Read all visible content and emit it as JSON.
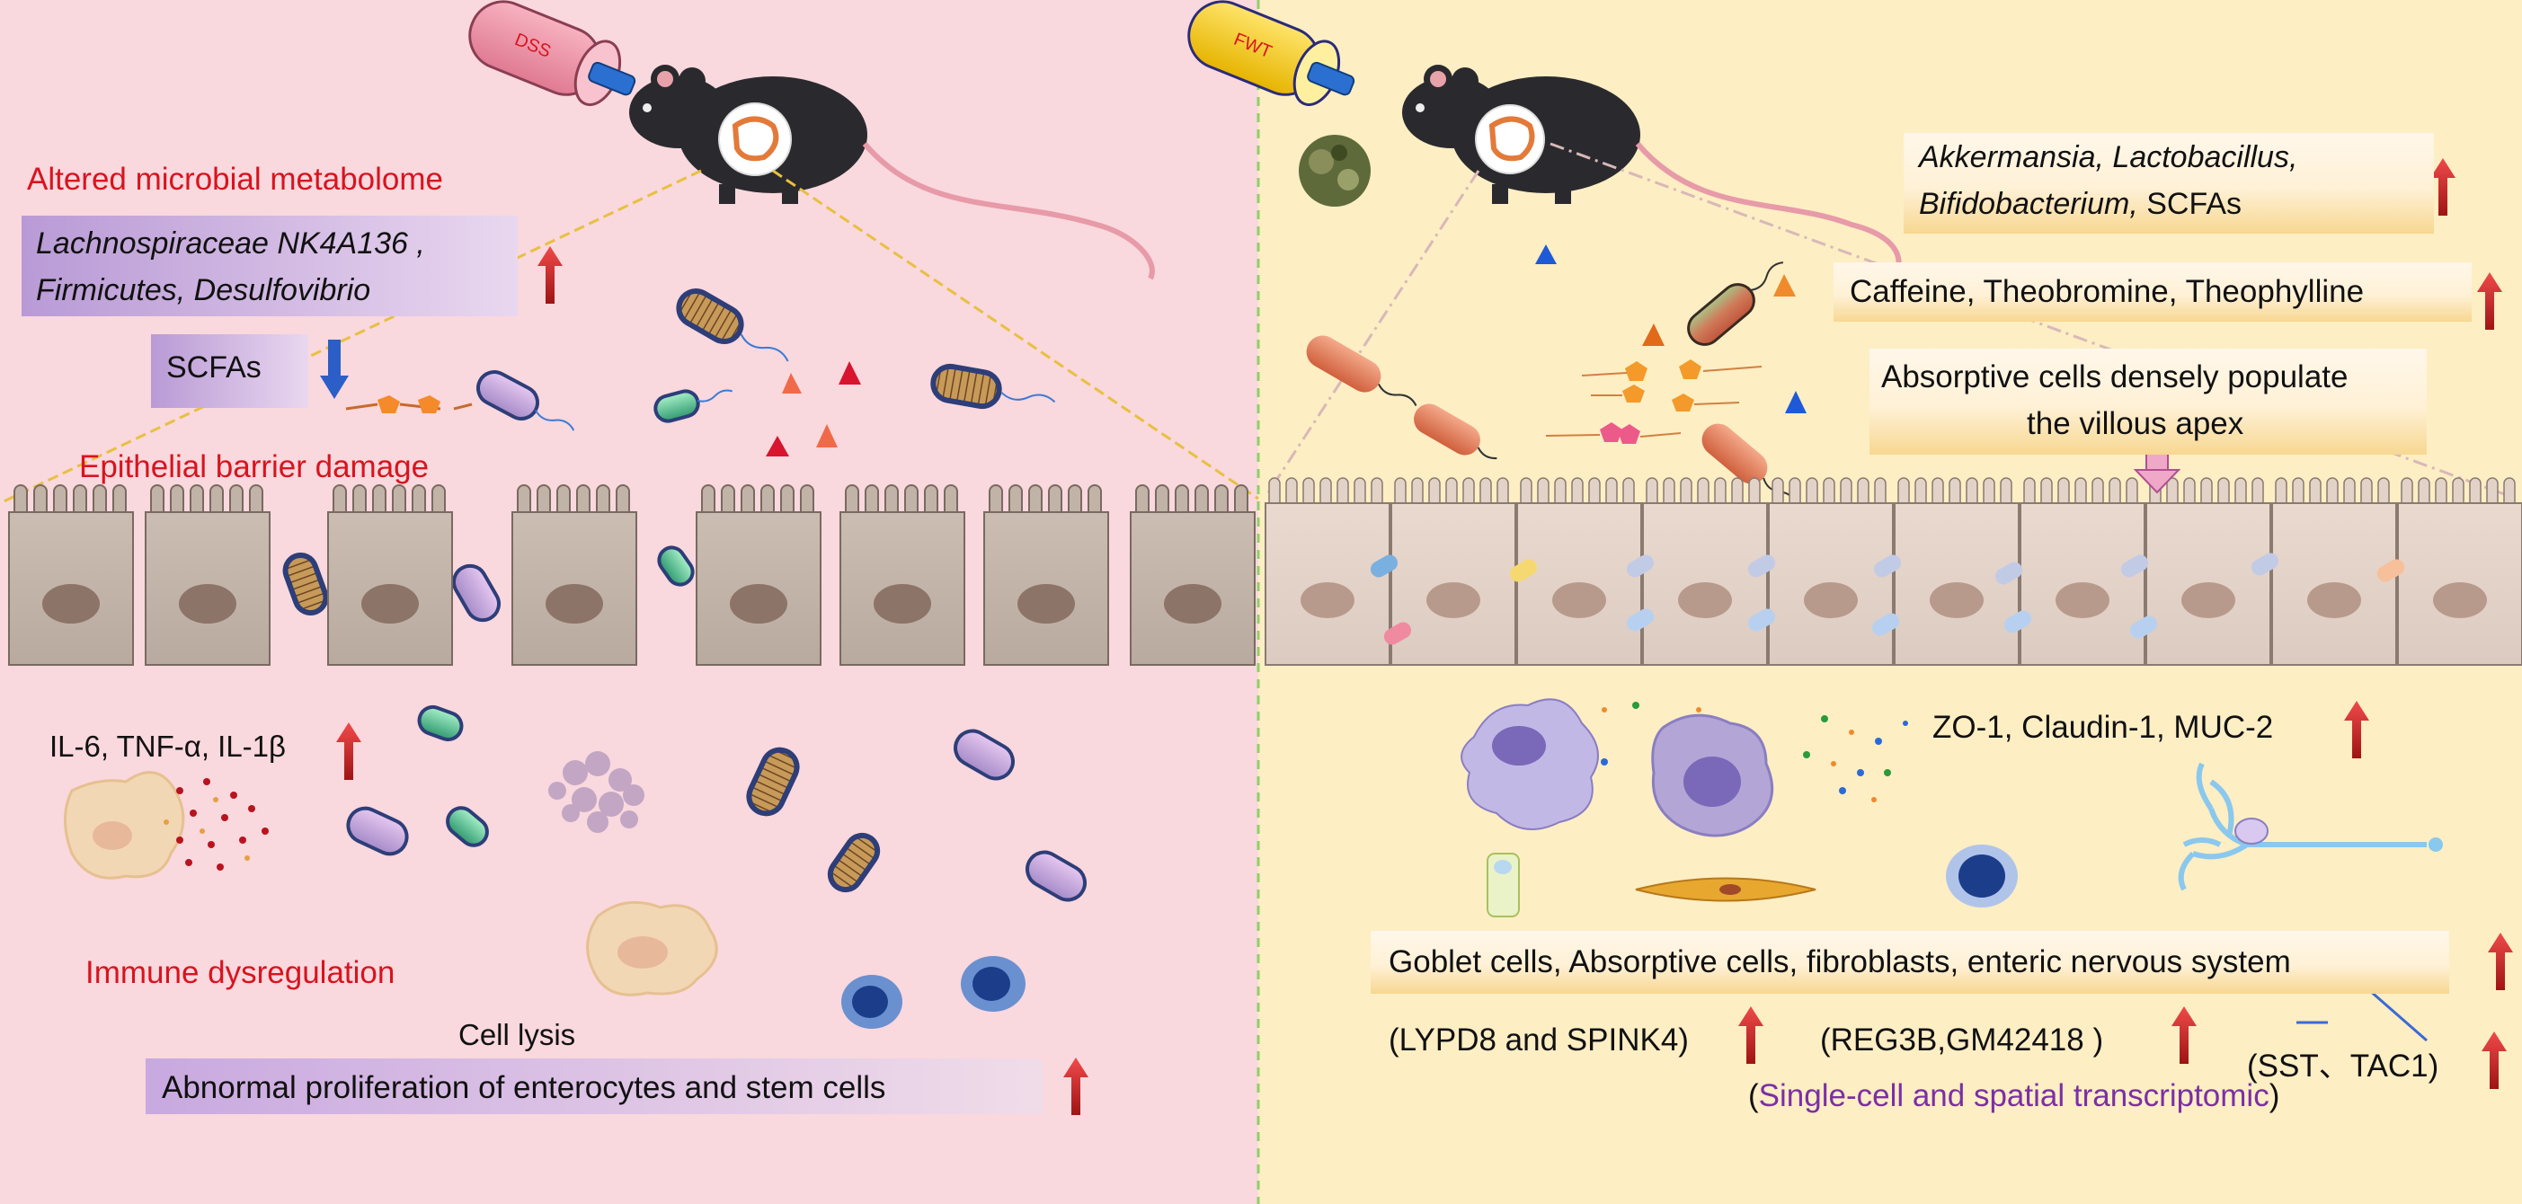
{
  "left": {
    "tube": "DSS",
    "title": "Altered microbial metabolome",
    "microbes_line1": "Lachnospiraceae NK4A136 ,",
    "microbes_line2": "Firmicutes,  Desulfovibrio",
    "scfas": "SCFAs",
    "epithelial": "Epithelial barrier damage",
    "cytokines": "IL-6, TNF-α, IL-1β",
    "immune": "Immune dysregulation",
    "lysis": "Cell lysis",
    "proliferation": "Abnormal proliferation of enterocytes and stem cells"
  },
  "right": {
    "tube": "FWT",
    "probiotics_line1": "Akkermansia, Lactobacillus,",
    "probiotics_line2_italic": "Bifidobacterium,",
    "probiotics_line2_rest": "SCFAs",
    "alkaloids": "Caffeine, Theobromine, Theophylline",
    "absorptive_line1": "Absorptive cells densely populate",
    "absorptive_line2": "the villous apex",
    "tight_junctions": "ZO-1, Claudin-1, MUC-2",
    "cell_types": "Goblet cells, Absorptive cells, fibroblasts, enteric nervous system",
    "lypd8": "(LYPD8 and SPINK4)",
    "reg3b": "(REG3B,GM42418 )",
    "sst": "(SST、TAC1)",
    "paren_open": "(",
    "transcriptomic": "Single-cell and spatial transcriptomic",
    "paren_close": ")"
  },
  "colors": {
    "left_background": "#f9d8de",
    "right_background": "#fdeec4",
    "red_text": "#d8141e",
    "increase_arrow": "#c0141e",
    "decrease_arrow": "#2b5ec7",
    "transcriptomic_text": "#7b2fa6"
  }
}
